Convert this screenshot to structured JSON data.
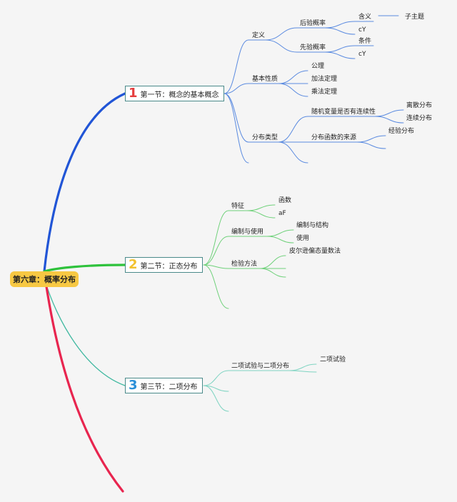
{
  "root": {
    "label": "第六章：概率分布"
  },
  "sections": [
    {
      "num": "1",
      "num_color": "#e53e3e",
      "label": "第一节：概念的基本概念"
    },
    {
      "num": "2",
      "num_color": "#f2c230",
      "label": "第二节：正态分布"
    },
    {
      "num": "3",
      "num_color": "#2b90d9",
      "label": "第三节：二项分布"
    }
  ],
  "nodes": {
    "s1": {
      "def": "定义",
      "post": "后验概率",
      "post_meaning": "含义",
      "subtopic": "子主题",
      "post_cy": "cY",
      "prior": "先验概率",
      "prior_cond": "条件",
      "prior_cy": "cY",
      "basic": "基本性质",
      "axiom": "公理",
      "add": "加法定理",
      "mult": "乘法定理",
      "dist_type": "分布类型",
      "rv_cont": "随机变量是否有连续性",
      "discrete": "离散分布",
      "continuous": "连续分布",
      "func_src": "分布函数的来源",
      "empirical": "经验分布"
    },
    "s2": {
      "feature": "特征",
      "func": "函数",
      "af": "aF",
      "compile": "编制与使用",
      "compile_struct": "编制与结构",
      "use": "使用",
      "test": "检验方法",
      "skew": "皮尔逊偏态量数法"
    },
    "s3": {
      "binom": "二项试验与二项分布",
      "binom_test": "二项试验"
    }
  },
  "colors": {
    "branch1": "#2155d6",
    "branch2": "#2ec23c",
    "branch3": "#3fb8a0",
    "branch4": "#e8254f",
    "sub1": "#5b8be0",
    "sub2": "#6fd17a",
    "sub3": "#7fd4c2"
  }
}
